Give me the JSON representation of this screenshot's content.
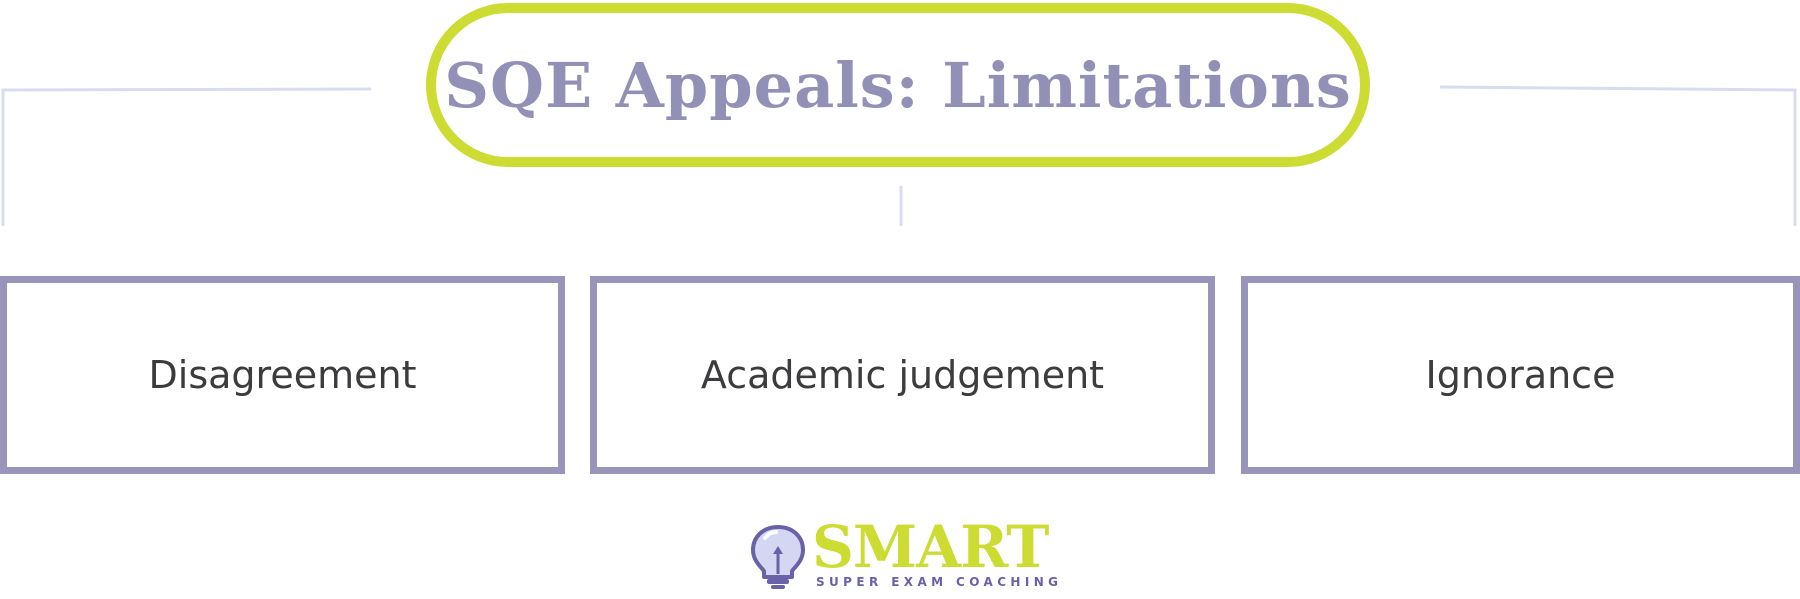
{
  "title": "SQE Appeals: Limitations",
  "boxes": [
    {
      "label": "Disagreement"
    },
    {
      "label": "Academic judgement"
    },
    {
      "label": "Ignorance"
    }
  ],
  "logo": {
    "wordmark": "SMART",
    "tagline": "SUPER EXAM COACHING"
  },
  "colors": {
    "accent_green": "#cddc33",
    "title_purple": "#9290b6",
    "box_border": "#9995ba",
    "connector": "#d9dcf1",
    "text_dark": "#3c3c3e",
    "logo_purple": "#6a62a8"
  }
}
